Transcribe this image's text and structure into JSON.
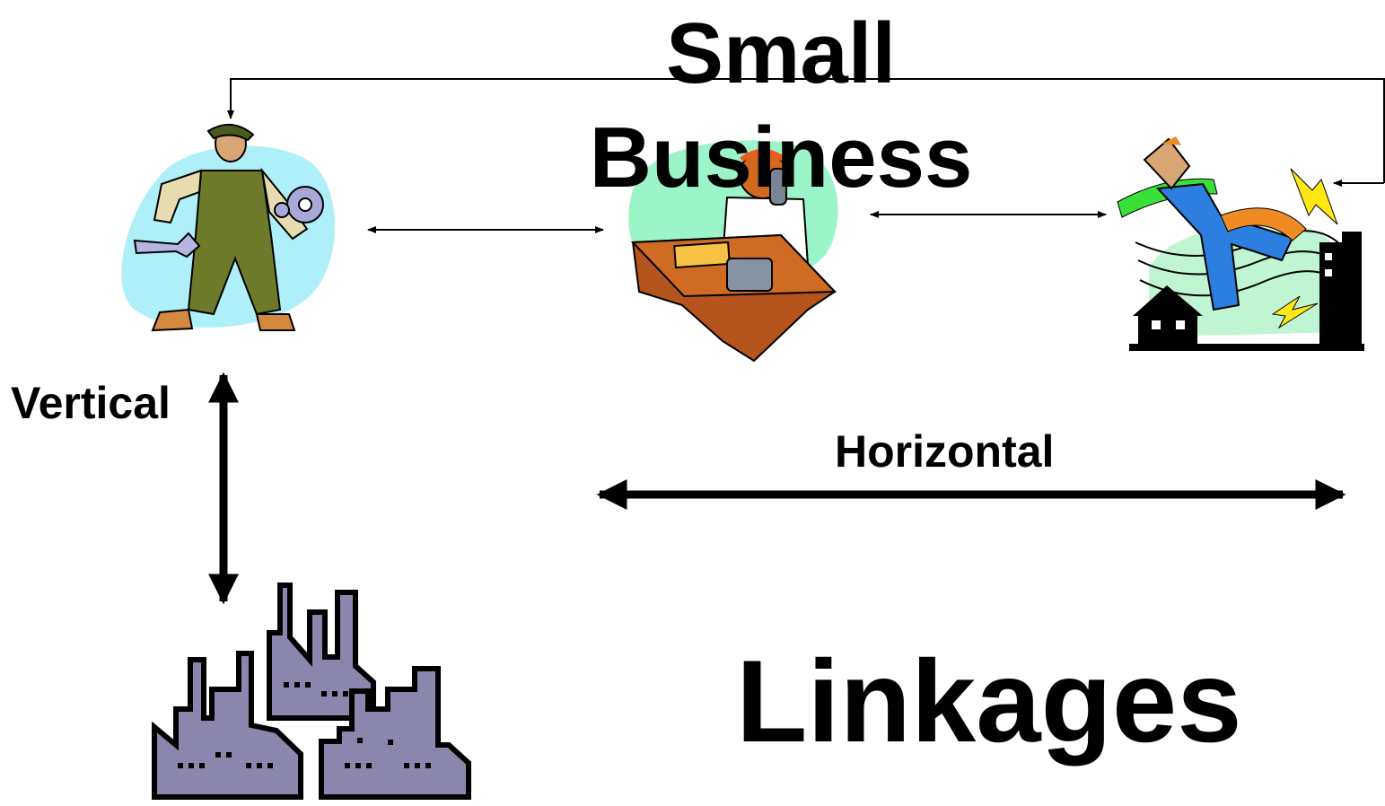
{
  "title": {
    "line1": "Small",
    "line2": "Business"
  },
  "labels": {
    "vertical": "Vertical",
    "horizontal": "Horizontal"
  },
  "footer": "Linkages",
  "icons": {
    "worker": "mechanic-with-wrench-and-gears-icon",
    "office": "person-at-desk-on-phone-icon",
    "utility": "power-line-worker-falling-icon",
    "factories": "factory-buildings-icon"
  },
  "colors": {
    "worker_bg": "#AEEFFA",
    "office_bg": "#9CF5C9",
    "utility_bg": "#BFF5D3",
    "factory": "#8B86AE",
    "arrow": "#000000"
  }
}
